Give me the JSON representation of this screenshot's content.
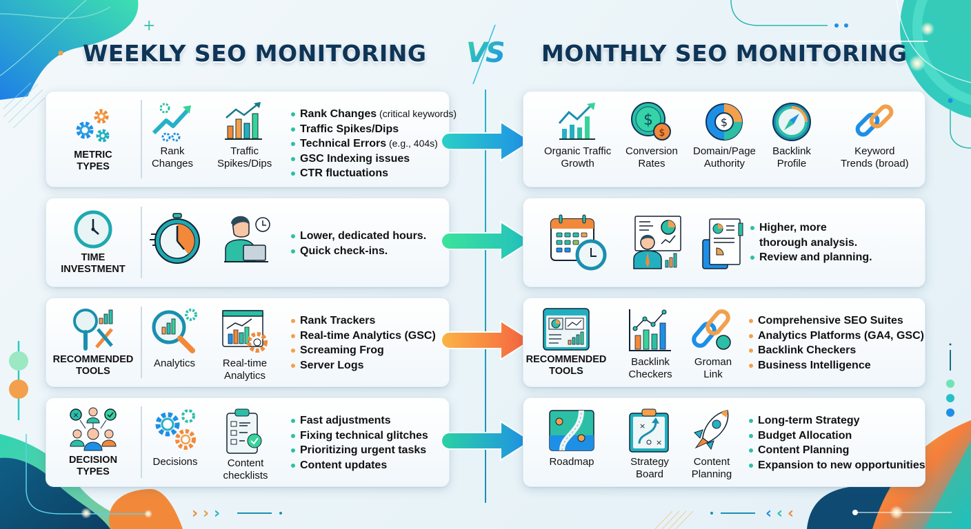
{
  "header": {
    "left_title": "WEEKLY SEO MONITORING",
    "vs": "VS",
    "right_title": "MONTHLY SEO MONITORING"
  },
  "colors": {
    "title": "#0e3557",
    "teal": "#2cbfa6",
    "blue": "#1e8fe6",
    "orange": "#f28a3c",
    "green": "#37d3a8"
  },
  "rows": [
    {
      "weekly": {
        "category": "METRIC\nTYPES",
        "category_icon": "gears-icon",
        "items": [
          {
            "label": "Rank\nChanges",
            "icon": "rank-growth-icon"
          },
          {
            "label": "Traffic\nSpikes/Dips",
            "icon": "bar-chart-trend-icon"
          }
        ],
        "bullets": [
          {
            "text": "Rank Changes",
            "note": " (critical keywords)"
          },
          {
            "text": "Traffic Spikes/Dips",
            "note": ""
          },
          {
            "text": "Technical Errors",
            "note": " (e.g., 404s)"
          },
          {
            "text": "GSC Indexing issues",
            "note": ""
          },
          {
            "text": "CTR fluctuations",
            "note": ""
          }
        ]
      },
      "monthly": {
        "items": [
          {
            "label": "Organic Traffic\nGrowth",
            "icon": "growth-chart-icon"
          },
          {
            "label": "Conversion\nRates",
            "icon": "coins-icon"
          },
          {
            "label": "Domain/Page\nAuthority",
            "icon": "dollar-donut-icon"
          },
          {
            "label": "Backlink\nProfile",
            "icon": "compass-icon"
          },
          {
            "label": "Keyword\nTrends (broad)",
            "icon": "chain-link-icon"
          }
        ]
      },
      "arrow_colors": [
        "#2ad0c6",
        "#1e8fe6"
      ]
    },
    {
      "weekly": {
        "category": "TIME\nINVESTMENT",
        "category_icon": "clock-icon",
        "items": [
          {
            "label": "",
            "icon": "stopwatch-icon"
          },
          {
            "label": "",
            "icon": "person-laptop-icon"
          }
        ],
        "bullets": [
          {
            "text": "Lower, dedicated hours.",
            "note": ""
          },
          {
            "text": "Quick check-ins.",
            "note": ""
          }
        ]
      },
      "monthly": {
        "items": [
          {
            "label": "",
            "icon": "calendar-clock-icon"
          },
          {
            "label": "",
            "icon": "analyst-presentation-icon"
          },
          {
            "label": "",
            "icon": "report-documents-icon"
          }
        ],
        "bullets": [
          {
            "text": "Higher, more",
            "note": ""
          },
          {
            "text": "thorough analysis.",
            "note": "",
            "continuation": true
          },
          {
            "text": "Review and planning.",
            "note": ""
          }
        ]
      },
      "arrow_colors": [
        "#3ce39a",
        "#22bfbf"
      ]
    },
    {
      "weekly": {
        "category": "RECOMMENDED\nTOOLS",
        "category_icon": "magnifier-tools-icon",
        "items": [
          {
            "label": "Analytics",
            "icon": "analytics-magnifier-icon"
          },
          {
            "label": "Real-time\nAnalytics",
            "icon": "realtime-dashboard-icon"
          }
        ],
        "bullets": [
          {
            "text": "Rank Trackers",
            "note": ""
          },
          {
            "text": "Real-time Analytics (GSC)",
            "note": ""
          },
          {
            "text": "Screaming Frog",
            "note": ""
          },
          {
            "text": "Server Logs",
            "note": ""
          }
        ]
      },
      "monthly": {
        "category": "RECOMMENDED\nTOOLS",
        "category_icon": "dashboard-window-icon",
        "items": [
          {
            "label": "Backlink\nCheckers",
            "icon": "backlink-chart-icon"
          },
          {
            "label": "Groman\nLink",
            "icon": "link-chain-icon"
          }
        ],
        "bullets": [
          {
            "text": "Comprehensive SEO Suites",
            "note": ""
          },
          {
            "text": "Analytics Platforms (GA4, GSC)",
            "note": ""
          },
          {
            "text": "Backlink Checkers",
            "note": ""
          },
          {
            "text": "Business Intelligence",
            "note": ""
          }
        ]
      },
      "arrow_colors": [
        "#fbb446",
        "#f4603f"
      ]
    },
    {
      "weekly": {
        "category": "DECISION\nTYPES",
        "category_icon": "team-decision-icon",
        "items": [
          {
            "label": "Decisions",
            "icon": "gears-icon"
          },
          {
            "label": "Content\nchecklists",
            "icon": "clipboard-checklist-icon"
          }
        ],
        "bullets": [
          {
            "text": "Fast adjustments",
            "note": ""
          },
          {
            "text": "Fixing technical glitches",
            "note": ""
          },
          {
            "text": "Prioritizing urgent tasks",
            "note": ""
          },
          {
            "text": "Content updates",
            "note": ""
          }
        ]
      },
      "monthly": {
        "items": [
          {
            "label": "Roadmap",
            "icon": "roadmap-icon"
          },
          {
            "label": "Strategy\nBoard",
            "icon": "strategy-board-icon"
          },
          {
            "label": "Content\nPlanning",
            "icon": "rocket-icon"
          }
        ],
        "bullets": [
          {
            "text": "Long-term Strategy",
            "note": ""
          },
          {
            "text": "Budget Allocation",
            "note": ""
          },
          {
            "text": "Content Planning",
            "note": ""
          },
          {
            "text": "Expansion to new opportunities",
            "note": ""
          }
        ]
      },
      "arrow_colors": [
        "#2bd1a4",
        "#1e8fe6"
      ]
    }
  ]
}
